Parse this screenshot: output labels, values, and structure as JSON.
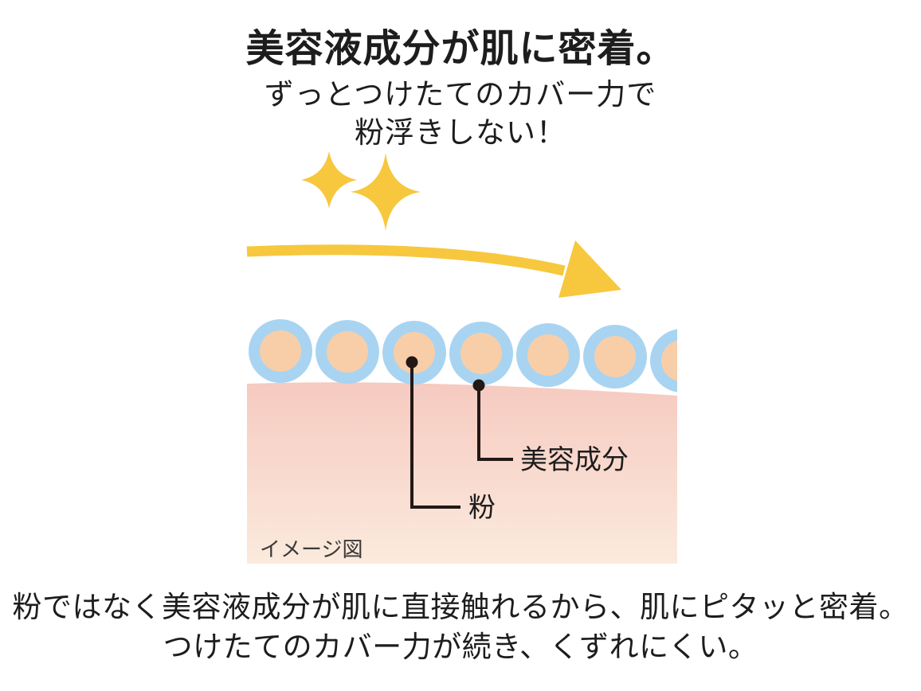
{
  "headline": {
    "title": "美容液成分が肌に密着。",
    "subtitle_line1": "ずっとつけたてのカバー力で",
    "subtitle_line2": "粉浮きしない！"
  },
  "diagram": {
    "labels": {
      "serum": "美容成分",
      "powder": "粉"
    },
    "caption": "イメージ図",
    "icons": {
      "sparkle": "sparkle-icon",
      "arrow": "arrow-right-icon"
    }
  },
  "footer": {
    "line1": "粉ではなく美容液成分が肌に直接触れるから、肌にピタッと密着。",
    "line2": "つけたてのカバー力が続き、くずれにくい。"
  },
  "colors": {
    "accent_yellow": "#F7C73E",
    "ring_blue": "#A8D4F2",
    "particle_peach": "#F8CEA8",
    "skin_top": "#F6CAC0",
    "skin_bottom": "#FBEADD",
    "line_black": "#231815",
    "text_black": "#1D1D1D"
  }
}
